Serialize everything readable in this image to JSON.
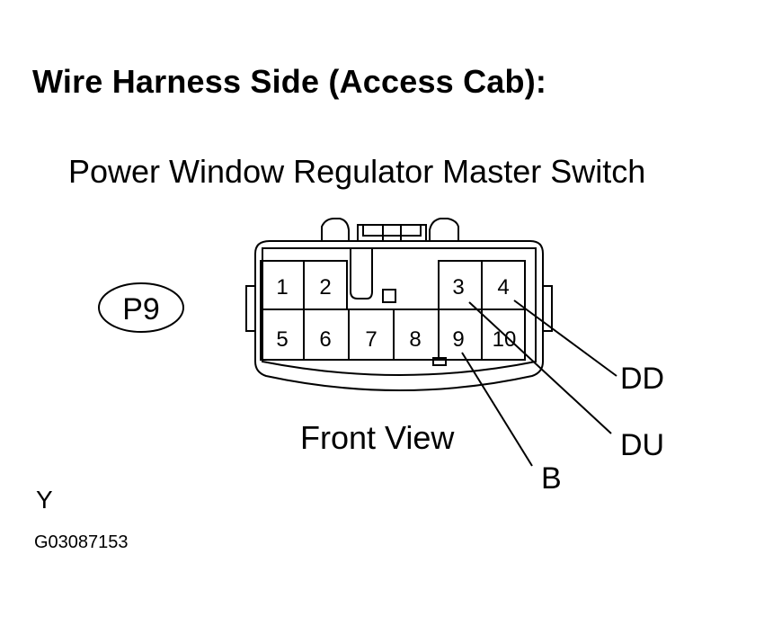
{
  "title": "Wire Harness Side (Access Cab):",
  "component_name": "Power Window Regulator Master Switch",
  "connector_code": "P9",
  "view_label": "Front View",
  "terminals": [
    "1",
    "2",
    "3",
    "4",
    "5",
    "6",
    "7",
    "8",
    "9",
    "10"
  ],
  "wire_labels": {
    "dd": "DD",
    "du": "DU",
    "b": "B"
  },
  "color_code": "Y",
  "figure_id": "G03087153"
}
